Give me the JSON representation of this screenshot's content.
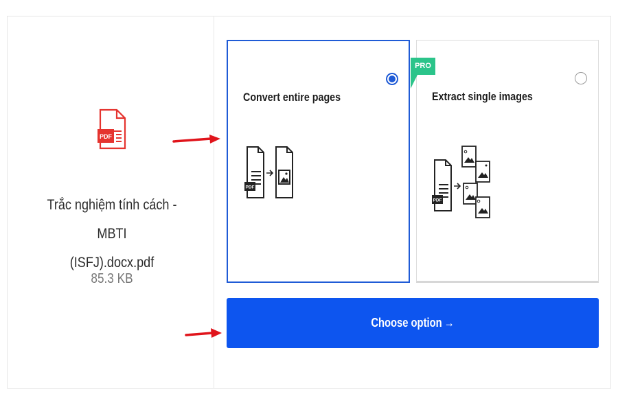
{
  "file": {
    "badge": "PDF",
    "name_line1": "Trắc nghiệm tính cách - MBTI",
    "name_line2": "(ISFJ).docx.pdf",
    "size": "85.3 KB"
  },
  "options": [
    {
      "title": "Convert entire pages",
      "selected": true,
      "icon_badge": "PDF"
    },
    {
      "title": "Extract single images",
      "selected": false,
      "pro_label": "PRO",
      "icon_badge": "PDF"
    }
  ],
  "choose_button": {
    "label": "Choose option",
    "arrow": "→"
  },
  "colors": {
    "accent": "#0d55ef",
    "selected_border": "#1f5bd6",
    "pro_badge": "#2bc48a",
    "annotation_arrow": "#e0141b",
    "pdf_icon": "#e5342f"
  }
}
